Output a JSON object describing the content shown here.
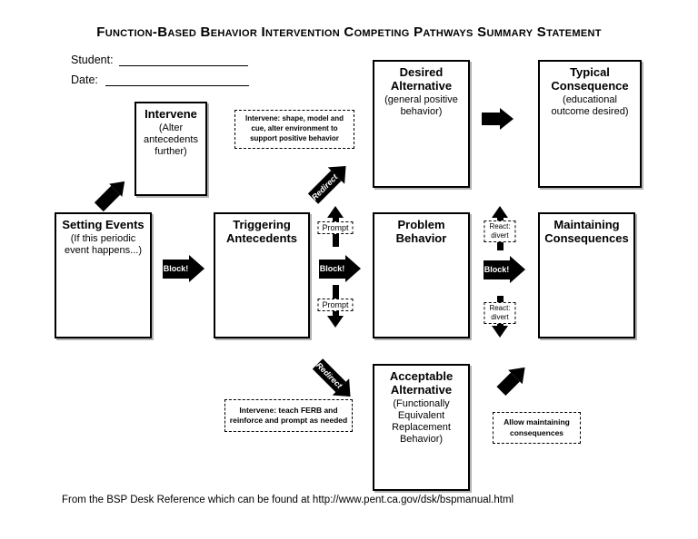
{
  "title": "Function-Based Behavior Intervention Competing Pathways Summary Statement",
  "form": {
    "student_label": "Student:",
    "date_label": "Date:"
  },
  "boxes": {
    "intervene": {
      "title": "Intervene",
      "subtitle": "(Alter antecedents further)"
    },
    "desired_alternative": {
      "title": "Desired Alternative",
      "subtitle": "(general positive behavior)"
    },
    "typical_consequence": {
      "title": "Typical Consequence",
      "subtitle": "(educational outcome desired)"
    },
    "setting_events": {
      "title": "Setting Events",
      "subtitle": "(If this periodic event happens...)"
    },
    "triggering_antecedents": {
      "title": "Triggering Antecedents"
    },
    "problem_behavior": {
      "title": "Problem Behavior"
    },
    "maintaining_consequences": {
      "title": "Maintaining Consequences"
    },
    "acceptable_alternative": {
      "title": "Acceptable Alternative",
      "subtitle": "(Functionally Equivalent Replacement Behavior)"
    }
  },
  "notes": {
    "shape_model_cue": "Intervene: shape, model and cue, alter environment to support positive behavior",
    "teach_ferb": "Intervene: teach FERB and reinforce and prompt as needed",
    "allow_maintaining": "Allow maintaining consequences"
  },
  "arrows": {
    "block": "Block!",
    "prompt": "Prompt",
    "redirect": "Redirect",
    "react_line1": "React:",
    "react_line2": "divert"
  },
  "footer": "From the BSP Desk Reference which can be found at http://www.pent.ca.gov/dsk/bspmanual.html",
  "colors": {
    "ink": "#000000",
    "paper": "#ffffff"
  }
}
